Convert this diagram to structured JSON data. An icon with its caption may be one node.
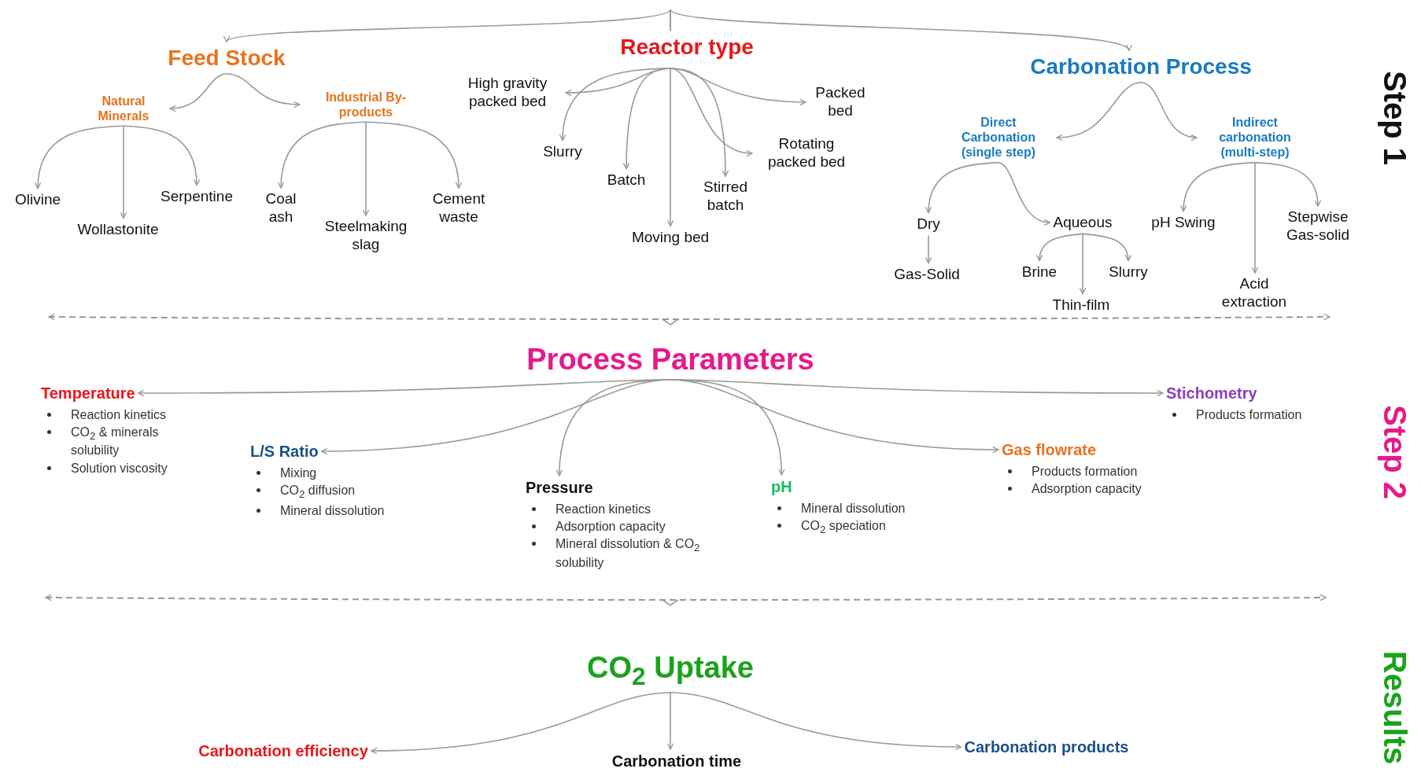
{
  "diagram": {
    "nodes": [
      {
        "text": [
          "Feed Stock"
        ]
      },
      {
        "text": [
          "Reactor type"
        ]
      },
      {
        "text": [
          "Carbonation Process"
        ]
      },
      {
        "text": [
          "Natural Minerals"
        ]
      },
      {
        "text": [
          "Industrial By-products"
        ]
      },
      {
        "text": [
          "Olivine"
        ]
      },
      {
        "text": [
          "Wollastonite"
        ]
      },
      {
        "text": [
          "Serpentine"
        ]
      },
      {
        "text": [
          "Coal ash"
        ]
      },
      {
        "text": [
          "Steelmaking slag"
        ]
      },
      {
        "text": [
          "Cement waste"
        ]
      },
      {
        "text": [
          "High gravity packed bed"
        ]
      },
      {
        "text": [
          "Packed bed"
        ]
      },
      {
        "text": [
          "Slurry"
        ]
      },
      {
        "text": [
          "Batch"
        ]
      },
      {
        "text": [
          "Moving bed"
        ]
      },
      {
        "text": [
          "Stirred batch"
        ]
      },
      {
        "text": [
          "Rotating packed bed"
        ]
      },
      {
        "text": [
          "Direct Carbonation (single step)"
        ]
      },
      {
        "text": [
          "Indirect carbonation (multi-step)"
        ]
      },
      {
        "text": [
          "Dry"
        ]
      },
      {
        "text": [
          "Aqueous"
        ]
      },
      {
        "text": [
          "Gas-Solid"
        ]
      },
      {
        "text": [
          "Brine"
        ]
      },
      {
        "text": [
          "Thin-film"
        ]
      },
      {
        "text": [
          "Slurry"
        ]
      },
      {
        "text": [
          "pH Swing"
        ]
      },
      {
        "text": [
          "Stepwise Gas-solid"
        ]
      },
      {
        "text": [
          "Acid extraction"
        ]
      },
      {
        "text": [
          "Process Parameters"
        ]
      },
      {
        "text": [
          "Temperature",
          "Reaction kinetics",
          "CO$_{2}$ & minerals solubility",
          "Solution viscosity"
        ]
      },
      {
        "text": [
          "L/S Ratio",
          "Mixing",
          "CO$_{2}$ diffusion",
          "Mineral dissolution"
        ]
      },
      {
        "text": [
          "Pressure",
          "Reaction kinetics",
          "Adsorption capacity",
          "Mineral dissolution & CO$_{2}$ solubility"
        ]
      },
      {
        "text": [
          "pH",
          "Mineral dissolution",
          "CO$_{2}$ speciation"
        ]
      },
      {
        "text": [
          "Gas flowrate",
          "Products formation",
          "Adsorption capacity"
        ]
      },
      {
        "text": [
          "Stichometry",
          "Products formation"
        ]
      },
      {
        "text": [
          "CO$_{2}$ Uptake"
        ]
      },
      {
        "text": [
          "Carbonation efficiency"
        ]
      },
      {
        "text": [
          "Carbonation time"
        ]
      },
      {
        "text": [
          "Carbonation products"
        ]
      }
    ],
    "edges": [
      {
        "from": 1,
        "to": 0,
        "arrow": "to"
      },
      {
        "from": 1,
        "to": 2,
        "arrow": "to"
      },
      {
        "from": 0,
        "to": 3,
        "arrow": "to"
      },
      {
        "from": 0,
        "to": 4,
        "arrow": "to"
      },
      {
        "from": 3,
        "to": 5,
        "arrow": "to"
      },
      {
        "from": 3,
        "to": 6,
        "arrow": "to"
      },
      {
        "from": 3,
        "to": 7,
        "arrow": "to"
      },
      {
        "from": 4,
        "to": 8,
        "arrow": "to"
      },
      {
        "from": 4,
        "to": 9,
        "arrow": "to"
      },
      {
        "from": 4,
        "to": 10,
        "arrow": "to"
      },
      {
        "from": 1,
        "to": 11,
        "arrow": "to"
      },
      {
        "from": 1,
        "to": 12,
        "arrow": "to"
      },
      {
        "from": 1,
        "to": 13,
        "arrow": "to"
      },
      {
        "from": 1,
        "to": 14,
        "arrow": "to"
      },
      {
        "from": 1,
        "to": 15,
        "arrow": "to"
      },
      {
        "from": 1,
        "to": 16,
        "arrow": "to"
      },
      {
        "from": 1,
        "to": 17,
        "arrow": "to"
      },
      {
        "from": 2,
        "to": 18,
        "arrow": "to"
      },
      {
        "from": 2,
        "to": 19,
        "arrow": "to"
      },
      {
        "from": 18,
        "to": 20,
        "arrow": "to"
      },
      {
        "from": 18,
        "to": 21,
        "arrow": "to"
      },
      {
        "from": 20,
        "to": 22,
        "arrow": "to"
      },
      {
        "from": 21,
        "to": 23,
        "arrow": "to"
      },
      {
        "from": 21,
        "to": 24,
        "arrow": "to"
      },
      {
        "from": 21,
        "to": 25,
        "arrow": "to"
      },
      {
        "from": 19,
        "to": 26,
        "arrow": "to"
      },
      {
        "from": 19,
        "to": 27,
        "arrow": "to"
      },
      {
        "from": 19,
        "to": 28,
        "arrow": "to"
      },
      {
        "from": 29,
        "to": 30,
        "arrow": "to"
      },
      {
        "from": 29,
        "to": 31,
        "arrow": "to"
      },
      {
        "from": 29,
        "to": 32,
        "arrow": "to"
      },
      {
        "from": 29,
        "to": 33,
        "arrow": "to"
      },
      {
        "from": 29,
        "to": 34,
        "arrow": "to"
      },
      {
        "from": 29,
        "to": 35,
        "arrow": "to"
      },
      {
        "from": 36,
        "to": 37,
        "arrow": "to"
      },
      {
        "from": 36,
        "to": 38,
        "arrow": "to"
      },
      {
        "from": 36,
        "to": 39,
        "arrow": "to"
      }
    ],
    "labels": [
      "Step 1",
      "Step 2",
      "Results"
    ]
  }
}
